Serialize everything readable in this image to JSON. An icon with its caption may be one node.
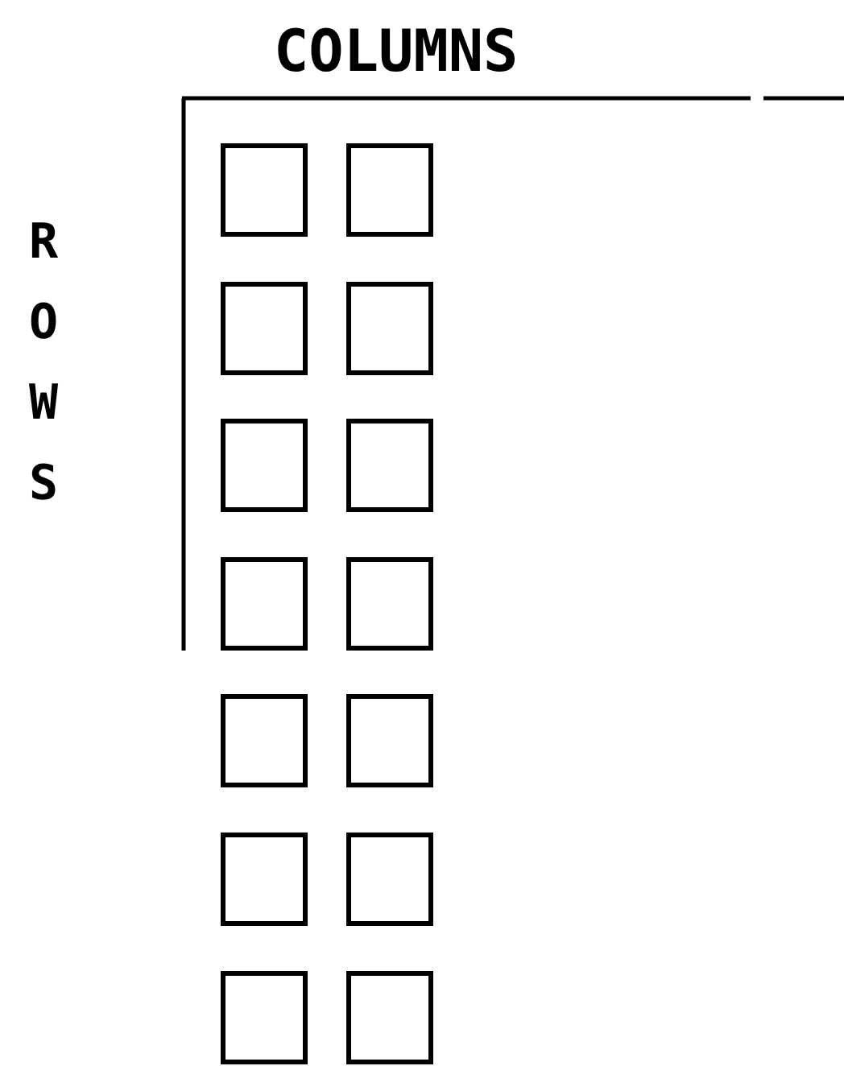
{
  "diagram": {
    "nodes": [
      {
        "text": [],
        "shape": "box"
      },
      {
        "text": [],
        "shape": "box"
      },
      {
        "text": [],
        "shape": "box"
      },
      {
        "text": [],
        "shape": "box"
      },
      {
        "text": [],
        "shape": "box"
      },
      {
        "text": [],
        "shape": "box"
      },
      {
        "text": [],
        "shape": "box"
      },
      {
        "text": [],
        "shape": "box"
      },
      {
        "text": [],
        "shape": "box"
      },
      {
        "text": [],
        "shape": "box"
      },
      {
        "text": [],
        "shape": "box"
      },
      {
        "text": [],
        "shape": "box"
      },
      {
        "text": [],
        "shape": "box"
      },
      {
        "text": [],
        "shape": "box"
      }
    ],
    "labels": [
      "COLUMNS",
      "ROWS"
    ]
  }
}
